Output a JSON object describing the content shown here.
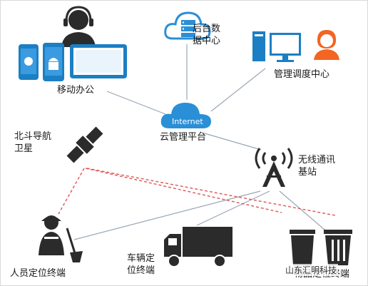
{
  "nodes": {
    "mobile_office": "移动办公",
    "data_center": "后台数\n据中心",
    "dispatch_center": "管理调度中心",
    "cloud_platform": "云管理平台",
    "cloud_badge": "Internet",
    "beidou": "北斗导航\n卫星",
    "base_station": "无线通讯\n基站",
    "personnel_terminal": "人员定位终端",
    "vehicle_terminal": "车辆定\n位终端",
    "item_terminal": "物品定位终端"
  },
  "watermark": "山东汇明科技",
  "colors": {
    "device_blue": "#1b7fc4",
    "cloud_blue": "#2a8fd6",
    "dark_icon": "#2b2b2b",
    "link_gray": "#9aa6b5",
    "signal_red": "#e05555",
    "agent_orange": "#f26522"
  }
}
